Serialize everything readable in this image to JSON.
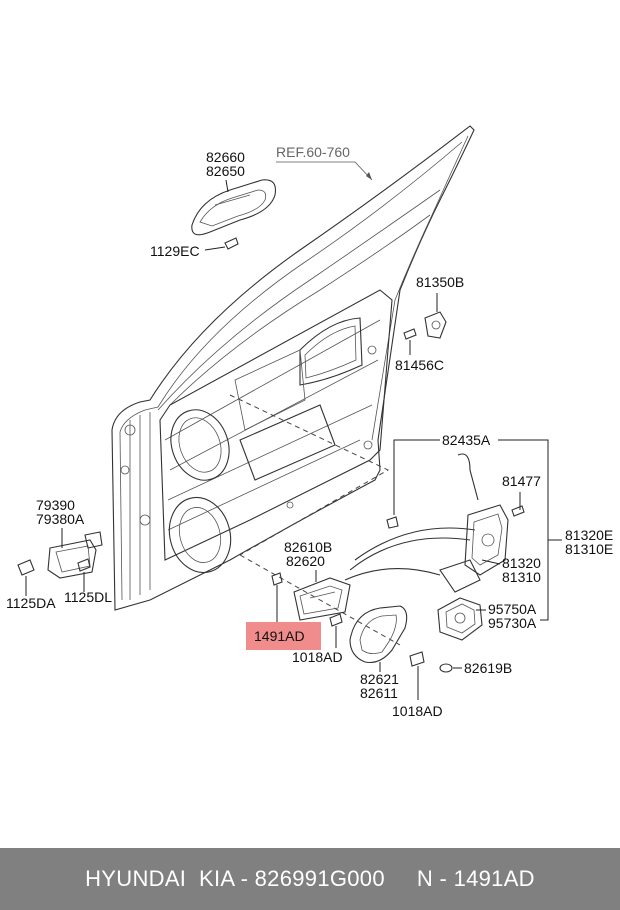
{
  "labels": {
    "ref": "REF.60-760",
    "p82660": "82660",
    "p82650": "82650",
    "p1129EC": "1129EC",
    "p81350B": "81350B",
    "p81456C": "81456C",
    "p82435A": "82435A",
    "p81477": "81477",
    "p81320E": "81320E",
    "p81310E": "81310E",
    "p81320": "81320",
    "p81310": "81310",
    "p95750A": "95750A",
    "p95730A": "95730A",
    "p79390": "79390",
    "p79380A": "79380A",
    "p1125DA": "1125DA",
    "p1125DL": "1125DL",
    "p82610B": "82610B",
    "p82620": "82620",
    "p1491AD": "1491AD",
    "p1018AD_a": "1018AD",
    "p82621": "82621",
    "p82611": "82611",
    "p82619B": "82619B",
    "p1018AD_b": "1018AD"
  },
  "highlight_color": "#f08c8c",
  "footer": {
    "text": "HYUNDAI  KIA - 826991G000     N - 1491AD"
  }
}
